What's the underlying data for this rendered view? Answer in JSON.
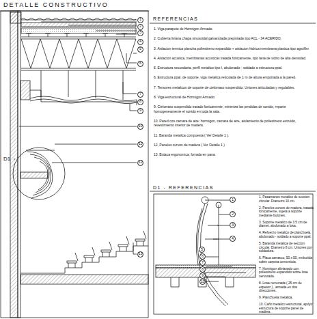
{
  "diagram": {
    "title": "DETALLE CONSTRUCTIVO",
    "nodes": [
      {
        "text": [
          "REFERENCIAS",
          "1. Viga parapeto de Hormigon Armado.",
          "2. Cubierta liviana chapa sinusoidal galvanizada prepintada tipo ACL - 34 ACERIDO.",
          "3. Aislacion termica plancha poliestireno expandido + aislacion hidrica membrana plastica tipo agrofilm",
          "4. Aislacion acustica, membranas acusticas tratada fonicamente, tipo lana de vidrio de alta densidad.",
          "5. Estructura secundaria, perfil metalico tipo I, abulonado - soldado a estructura ppal.",
          "6. Estructura ppal. de soporte, viga metalica reticulada de 1 m de altura empotrada a la pared.",
          "7. Tensores metalicos de soporte de cielorraso suspendido. Uniones articuladas y regulables.",
          "8. Viga estructural de Hormigon Armado.",
          "9. Cielorraso suspendido tratado fonicamente, minimiza las perdidas de sonido, reparte homogeneamente el sonido en toda la sala.",
          "10. Pared con camara de aire: hormigon, camara de aire, aislamiento de poliestireno extruido, revestimiento interior de madera.",
          "11. Baranda metalica compuesta ( Ver Detalle 1 ).",
          "12. Paneles curvos de madera ( Ver Detalle 1 )",
          "13. Butaca ergonomica, forrada en pana."
        ]
      },
      {
        "text": [
          "D1 - REFERENCIAS",
          "1. Pasamanos metalico de seccion circular. Diametro 10 cm.",
          "2. Paneles curvos de madera, tratada fonicamente, sujeta a soporte mediante bulones.",
          "3. Soporte metalico de 3.5 cm de diamet. abulonado a losa.",
          "4. Refuerzo metalico de planchuela, abulonado - soldado a soporte ppal.",
          "5. Baranda metalica de seccion circular. Diametro 8 cm. Uniones por soldadura.",
          "6. Placa carrasco, 50 x 50, embutida sobre carpeta cementicia.",
          "7. Hormigon alivianado con poliestireno expandido sobre losa nervurada.",
          "8. Losa nervurada ( 25 cm de espesor ) , armada en dos direcciones.",
          "9. Planchuela metalica.",
          "10. Caño metalico estructural, apoyo estructura de soporte panel de madera."
        ]
      },
      {
        "text": [
          "1"
        ]
      },
      {
        "text": [
          "2"
        ]
      },
      {
        "text": [
          "3"
        ]
      },
      {
        "text": [
          "4"
        ]
      },
      {
        "text": [
          "5"
        ]
      },
      {
        "text": [
          "6"
        ]
      },
      {
        "text": [
          "7"
        ]
      },
      {
        "text": [
          "8"
        ]
      },
      {
        "text": [
          "9"
        ]
      },
      {
        "text": [
          "10"
        ]
      },
      {
        "text": [
          "11"
        ]
      },
      {
        "text": [
          "12"
        ]
      },
      {
        "text": [
          "13"
        ]
      },
      {
        "text": [
          "1"
        ],
        "in": 1
      },
      {
        "text": [
          "2"
        ],
        "in": 1
      },
      {
        "text": [
          "3"
        ],
        "in": 1
      },
      {
        "text": [
          "4"
        ],
        "in": 1
      },
      {
        "text": [
          "5"
        ],
        "in": 1
      },
      {
        "text": [
          "6"
        ],
        "in": 1
      },
      {
        "text": [
          "7"
        ],
        "in": 1
      },
      {
        "text": [
          "8"
        ],
        "in": 1
      },
      {
        "text": [
          "9"
        ],
        "in": 1
      },
      {
        "text": [
          "10"
        ],
        "in": 1
      }
    ],
    "labels": [
      "D1"
    ]
  }
}
